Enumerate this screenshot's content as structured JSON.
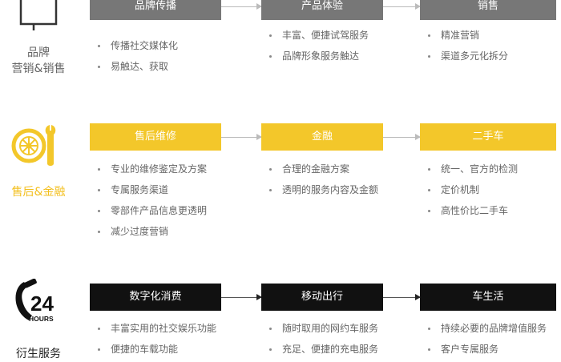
{
  "rows": [
    {
      "label_lines": [
        "品牌",
        "营销&销售"
      ],
      "steps": [
        {
          "title": "品牌传播",
          "items": [
            "传播社交媒体化",
            "易触达、获取"
          ]
        },
        {
          "title": "产品体验",
          "items": [
            "丰富、便捷试驾服务",
            "品牌形象服务触达"
          ]
        },
        {
          "title": "销售",
          "items": [
            "精准营销",
            "渠道多元化拆分"
          ]
        }
      ]
    },
    {
      "label_lines": [
        "售后&金融"
      ],
      "steps": [
        {
          "title": "售后维修",
          "items": [
            "专业的维修鉴定及方案",
            "专属服务渠道",
            "零部件产品信息更透明",
            "减少过度营销"
          ]
        },
        {
          "title": "金融",
          "items": [
            "合理的金融方案",
            "透明的服务内容及金额"
          ]
        },
        {
          "title": "二手车",
          "items": [
            "统一、官方的检测",
            "定价机制",
            "高性价比二手车"
          ]
        }
      ]
    },
    {
      "label_lines": [
        "衍生服务"
      ],
      "icon_text": {
        "number": "24",
        "unit": "HOURS"
      },
      "steps": [
        {
          "title": "数字化消费",
          "items": [
            "丰富实用的社交娱乐功能",
            "便捷的车载功能"
          ]
        },
        {
          "title": "移动出行",
          "items": [
            "随时取用的网约车服务",
            "充足、便捷的充电服务"
          ]
        },
        {
          "title": "车生活",
          "items": [
            "持续必要的品牌增值服务",
            "客户专属服务"
          ]
        }
      ]
    }
  ],
  "colors": {
    "gray": "#777777",
    "yellow": "#f3c72a",
    "black": "#111111",
    "yellow_text": "#f3bf1d"
  },
  "icons": [
    "monitor-icon",
    "wheel-wrench-icon",
    "phone-24h-icon"
  ]
}
